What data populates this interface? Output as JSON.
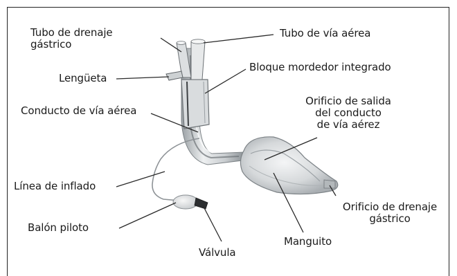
{
  "labels": {
    "gastric_tube": "Tubo de drenaje\ngástrico",
    "airway_tube": "Tubo de vía aérea",
    "tab": "Lengüeta",
    "bite_block": "Bloque mordedor integrado",
    "airway_conduit": "Conducto de vía aérea",
    "airway_outlet": "Orificio de salida\ndel conducto\nde vía aérez",
    "inflation_line": "Línea de inflado",
    "pilot_balloon": "Balón piloto",
    "gastric_port": "Orificio de drenaje\ngástrico",
    "cuff": "Manguito",
    "valve": "Válvula"
  },
  "colors": {
    "border": "#222222",
    "leader": "#2a2a2a",
    "device_fill": "#e8eaeb",
    "device_shadow": "#b9bec1",
    "device_dark": "#4a4d50"
  }
}
